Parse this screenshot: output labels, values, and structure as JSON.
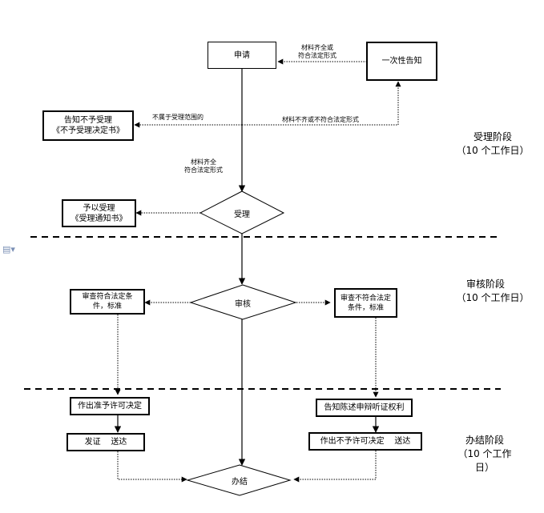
{
  "nodes": {
    "apply": "申请",
    "one_time_notice": "一次性告知",
    "reject_accept": [
      "告知不予受理",
      "《不予受理决定书》"
    ],
    "accept_notice": [
      "予以受理",
      "《受理通知书》"
    ],
    "accept": "受理",
    "review": "审核",
    "meets": [
      "审查符合法定条",
      "件，标准"
    ],
    "not_meets": [
      "审查不符合法定",
      "条件，标准"
    ],
    "grant_decision": "作出准予许可决定",
    "notify_hearing": "告知陈述申辩听证权利",
    "issue": "发证    送达",
    "deny_decision": "作出不予许可决定    送达",
    "finish": "办结"
  },
  "labels": {
    "incomplete_top": [
      "材料齐全或",
      "符合法定形式"
    ],
    "not_in_scope": "不属于受理范围的",
    "incomplete_bottom": "材料不齐或不符合法定形式",
    "complete": [
      "材料齐全",
      "符合法定形式"
    ]
  },
  "stages": {
    "accept_stage": [
      "受理阶段",
      "（10 个工作日）"
    ],
    "review_stage": [
      "审核阶段",
      "（10 个工作日）"
    ],
    "finish_stage": [
      "办结阶段",
      "（10 个工作",
      "日）"
    ]
  },
  "icons": {
    "corner_doc": "document-icon"
  }
}
